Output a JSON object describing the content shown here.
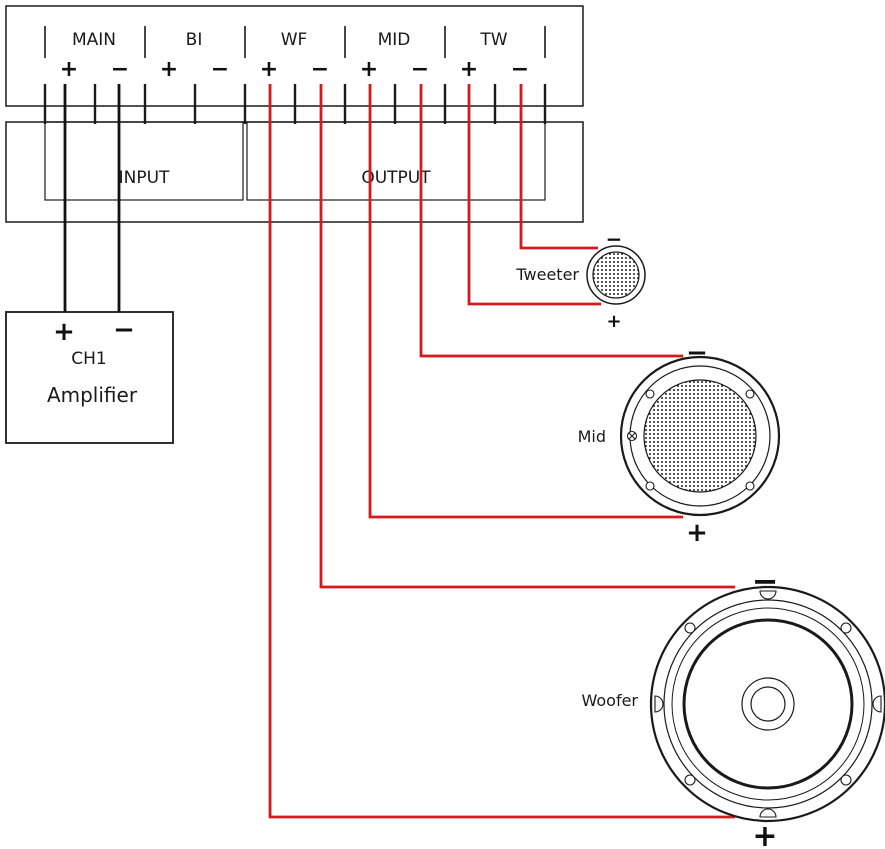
{
  "crossover": {
    "sections": [
      {
        "id": "main",
        "label": "MAIN"
      },
      {
        "id": "bi",
        "label": "BI"
      },
      {
        "id": "wf",
        "label": "WF"
      },
      {
        "id": "mid",
        "label": "MID"
      },
      {
        "id": "tw",
        "label": "TW"
      }
    ],
    "plus": "+",
    "minus": "−",
    "input_label": "INPUT",
    "output_label": "OUTPUT"
  },
  "amplifier": {
    "channel": "CH1",
    "label": "Amplifier",
    "plus": "+",
    "minus": "−"
  },
  "speakers": {
    "tweeter": {
      "label": "Tweeter",
      "minus": "−",
      "plus": "+"
    },
    "mid": {
      "label": "Mid",
      "minus": "−",
      "plus": "+"
    },
    "woofer": {
      "label": "Woofer",
      "minus": "−",
      "plus": "+"
    }
  },
  "colors": {
    "wire_red": "#d7191c",
    "wire_black": "#111111",
    "outline": "#1a1a1a"
  }
}
